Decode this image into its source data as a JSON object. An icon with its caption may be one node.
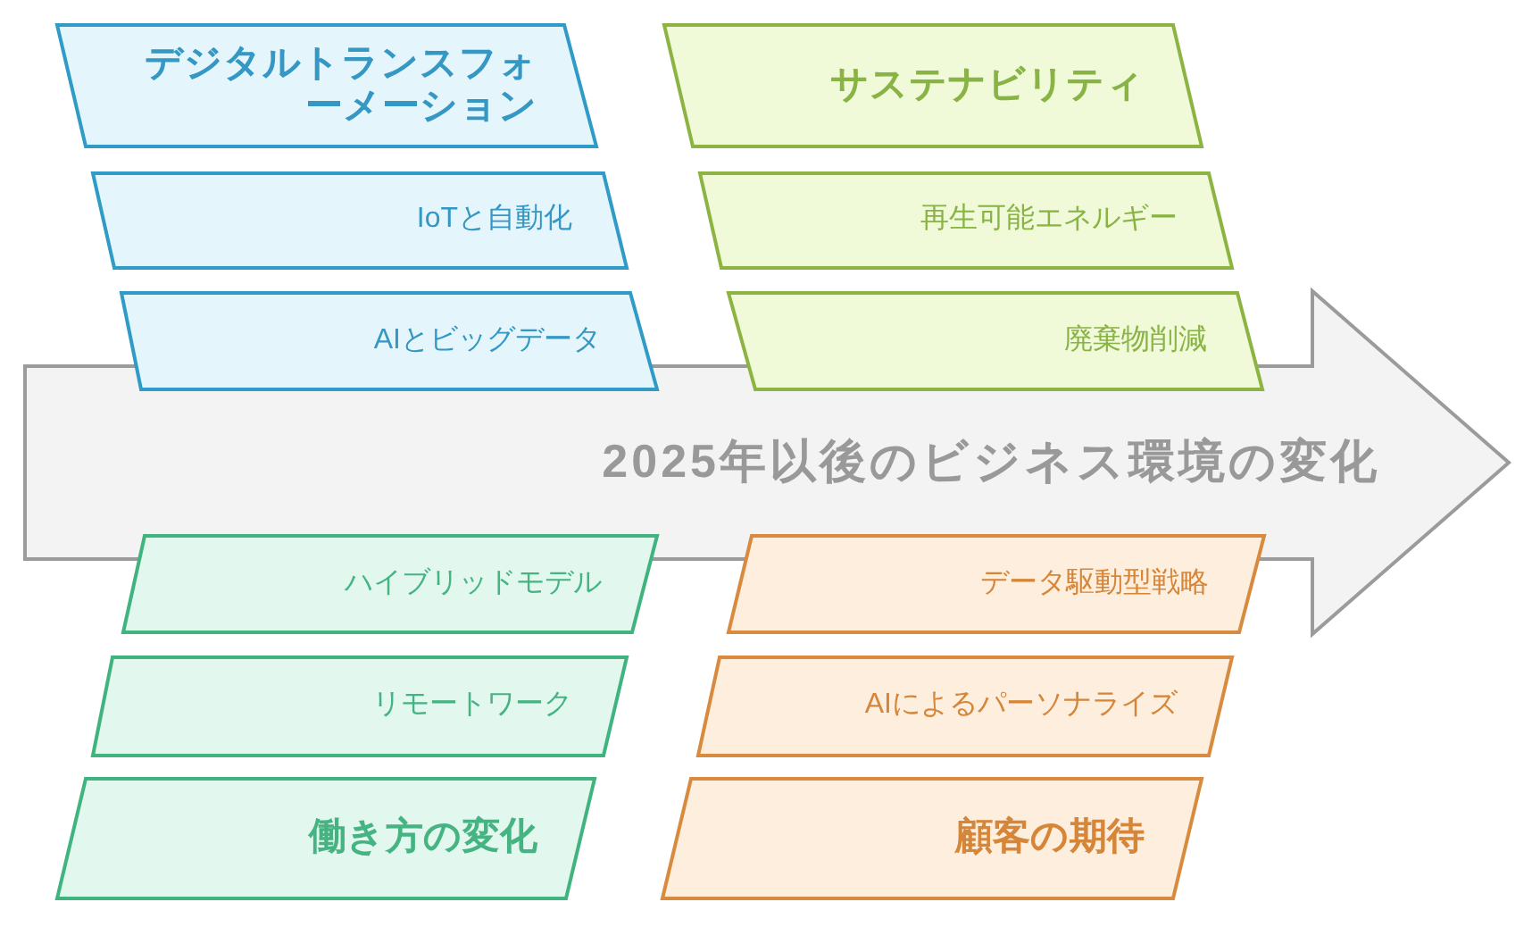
{
  "diagram": {
    "nodes": [
      {
        "text": [
          "デジタルトランスフォーメーション"
        ]
      },
      {
        "text": [
          "IoTと自動化"
        ]
      },
      {
        "text": [
          "AIとビッグデータ"
        ]
      },
      {
        "text": [
          "サステナビリティ"
        ]
      },
      {
        "text": [
          "再生可能エネルギー"
        ]
      },
      {
        "text": [
          "廃棄物削減"
        ]
      },
      {
        "text": [
          "2025年以後のビジネス環境の変化"
        ]
      },
      {
        "text": [
          "ハイブリッドモデル"
        ]
      },
      {
        "text": [
          "リモートワーク"
        ]
      },
      {
        "text": [
          "働き方の変化"
        ]
      },
      {
        "text": [
          "データ駆動型戦略"
        ]
      },
      {
        "text": [
          "AIによるパーソナライズ"
        ]
      },
      {
        "text": [
          "顧客の期待"
        ]
      }
    ]
  }
}
